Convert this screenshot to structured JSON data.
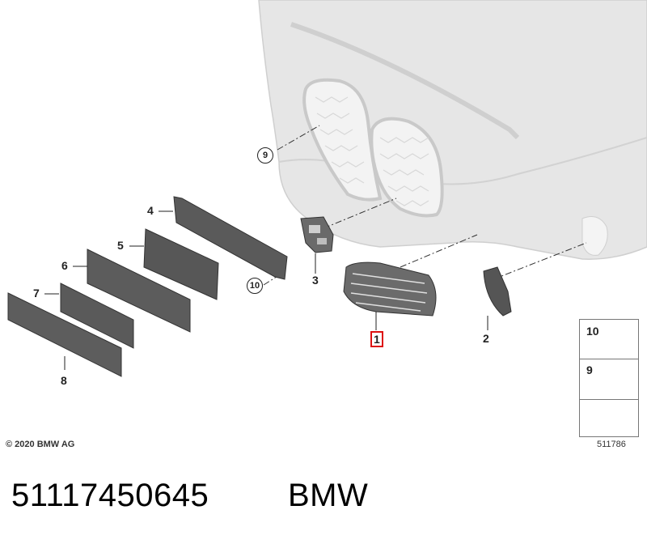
{
  "diagram": {
    "callouts": {
      "part_1": "1",
      "part_2": "2",
      "part_3": "3",
      "part_4": "4",
      "part_5": "5",
      "part_6": "6",
      "part_7": "7",
      "part_8": "8",
      "part_9": "9",
      "part_10": "10"
    },
    "legend": {
      "item_10": "10",
      "item_9": "9"
    },
    "copyright": "© 2020 BMW AG",
    "diagram_id": "511786",
    "highlighted_part": "1"
  },
  "footer": {
    "part_number": "51117450645",
    "brand": "BMW"
  },
  "colors": {
    "highlight_border": "#dd1111",
    "part_gray": "#5a5a5a",
    "bumper_gray": "#e4e4e4"
  }
}
